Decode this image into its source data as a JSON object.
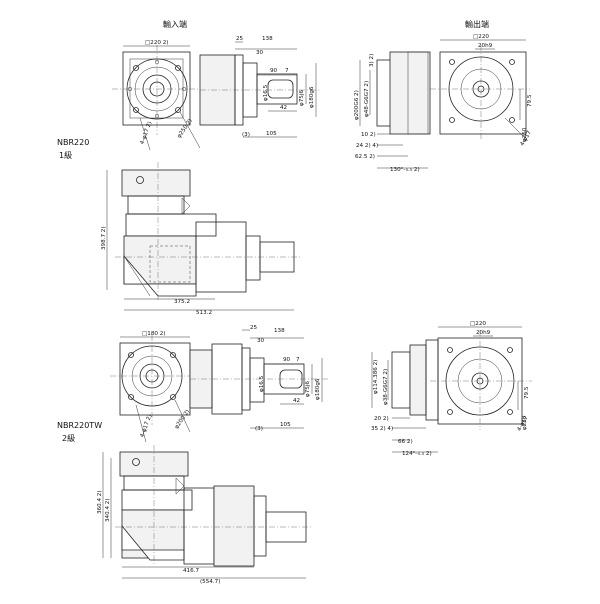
{
  "headers": {
    "input_side": "輸入端",
    "output_side": "輸出端"
  },
  "models": [
    {
      "name": "NBR220",
      "stage": "1級"
    },
    {
      "name": "NBR220TW",
      "stage": "2級"
    }
  ],
  "dims_top": {
    "square": "□220 2)",
    "d25": "25",
    "d138": "138",
    "d30": "30",
    "d90": "90",
    "d7": "7",
    "d42": "42",
    "d105": "105",
    "d3": "(3)",
    "bore": "φ16.5",
    "phi75": "φ75j6",
    "phi180": "φ180g6",
    "phi4": "4-φ17 2)",
    "phi250": "φ250 2)",
    "out_square": "□220",
    "out_key": "20h9",
    "out_79": "79.5",
    "out_phi200": "φ200G6 2)",
    "out_phi48": "φ48-G6G7 2)",
    "out_3": "3) 2)",
    "out_10": "10 2)",
    "out_24": "24 2) 4)",
    "out_62": "62.5 2)",
    "out_130": "130⁰₋₀.₅ 2)",
    "out_phi250": "φ250",
    "out_4phi": "4-φ17"
  },
  "dims_side1": {
    "height": "398.7 2)",
    "len1": "375.2",
    "len2": "513.2"
  },
  "dims_bottom": {
    "square": "□180 2)",
    "d25": "25",
    "d138": "138",
    "d30": "30",
    "d90": "90",
    "d7": "7",
    "d42": "42",
    "d105": "105",
    "d3": "(3)",
    "bore": "φ16.5",
    "phi75": "φ75j6",
    "phi180": "φ180g6",
    "phi4": "4-φ17 2)",
    "phi200": "φ200 2)",
    "out_square": "□220",
    "out_key": "20h9",
    "out_79": "79.5",
    "out_phi114": "φ114.386 2)",
    "out_phi38": "φ38-G6G7 2)",
    "out_20": "20 2)",
    "out_35": "35 2) 4)",
    "out_66": "66 2)",
    "out_124": "124⁰₋₀.₅ 2)",
    "out_phi250": "φ250",
    "out_4phi": "4-φ17"
  },
  "dims_side2": {
    "h1": "360.4 2)",
    "h2": "340.4 2)",
    "len1": "416.7",
    "len2": "(554.7)"
  }
}
